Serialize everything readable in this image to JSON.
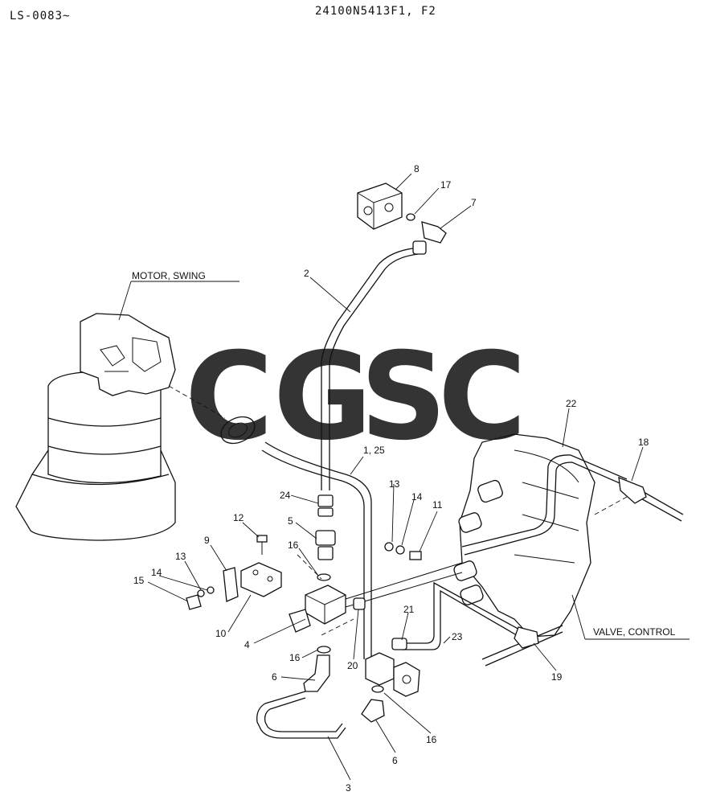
{
  "header": {
    "serial_range": "LS-0083~",
    "drawing_number": "24100N5413F1, F2"
  },
  "assembly_labels": {
    "motor": "MOTOR, SWING",
    "valve": "VALVE, CONTROL"
  },
  "watermark": {
    "letters": [
      "C",
      "G",
      "S",
      "C"
    ],
    "colors": [
      "#6fa0f7",
      "#f4847c",
      "#fbd96a",
      "#6cc39a"
    ]
  },
  "callouts": {
    "c1_25": "1, 25",
    "c2": "2",
    "c3": "3",
    "c4": "4",
    "c5": "5",
    "c6a": "6",
    "c6b": "6",
    "c7": "7",
    "c8": "8",
    "c9": "9",
    "c10": "10",
    "c11": "11",
    "c12": "12",
    "c13a": "13",
    "c13b": "13",
    "c14a": "14",
    "c14b": "14",
    "c15": "15",
    "c16a": "16",
    "c16b": "16",
    "c16c": "16",
    "c17": "17",
    "c18": "18",
    "c19": "19",
    "c20": "20",
    "c21": "21",
    "c22": "22",
    "c23": "23",
    "c24": "24"
  }
}
